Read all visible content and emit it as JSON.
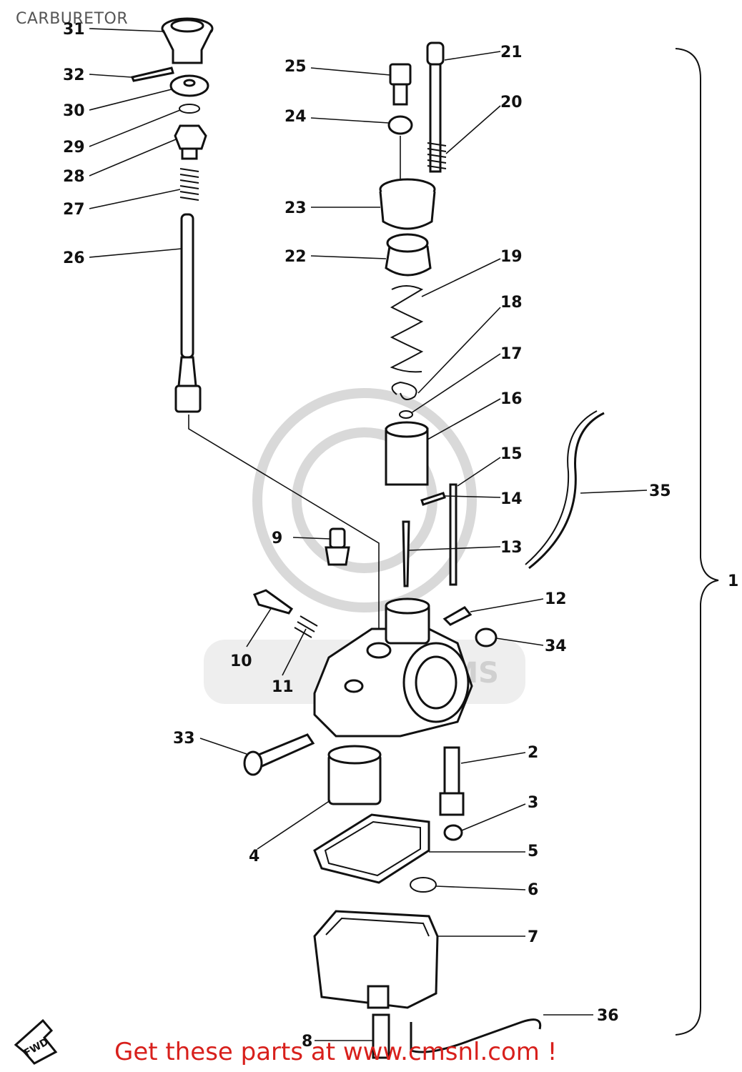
{
  "title": "CARBURETOR",
  "footer": "Get these parts at www.cmsnl.com !",
  "fwd_label": "FWD",
  "watermark": "CMS",
  "bracket_label": "1",
  "callouts": [
    "31",
    "32",
    "30",
    "29",
    "28",
    "27",
    "26",
    "25",
    "24",
    "23",
    "22",
    "21",
    "20",
    "19",
    "18",
    "17",
    "16",
    "15",
    "14",
    "13",
    "12",
    "9",
    "10",
    "11",
    "34",
    "35",
    "33",
    "2",
    "3",
    "4",
    "5",
    "6",
    "7",
    "8",
    "36"
  ]
}
